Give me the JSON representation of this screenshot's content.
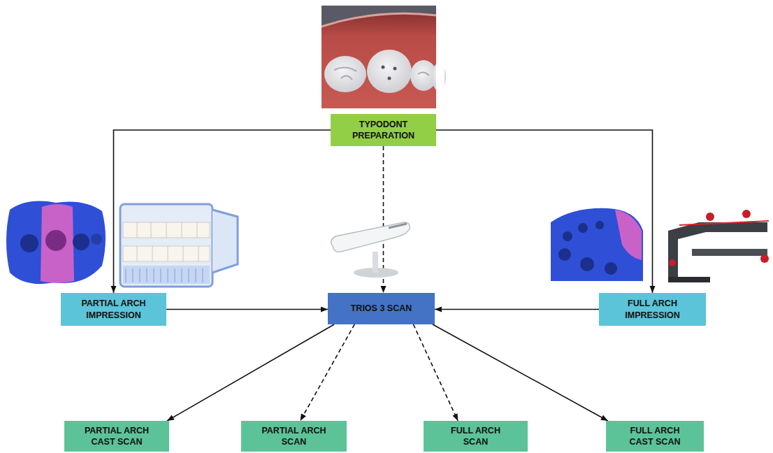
{
  "diagram": {
    "nodes": [
      {
        "text": [
          "TYPODONT PREPARATION"
        ]
      },
      {
        "text": [
          "PARTIAL ARCH IMPRESSION"
        ]
      },
      {
        "text": [
          "TRIOS 3 SCAN"
        ]
      },
      {
        "text": [
          "FULL ARCH IMPRESSION"
        ]
      },
      {
        "text": [
          "PARTIAL ARCH CAST SCAN"
        ]
      },
      {
        "text": [
          "PARTIAL ARCH SCAN"
        ]
      },
      {
        "text": [
          "FULL ARCH SCAN"
        ]
      },
      {
        "text": [
          "FULL ARCH CAST SCAN"
        ]
      }
    ],
    "edges": [
      {
        "from": 0,
        "to": 1,
        "arrow": "to"
      },
      {
        "from": 0,
        "to": 2,
        "arrow": "to"
      },
      {
        "from": 0,
        "to": 3,
        "arrow": "to"
      },
      {
        "from": 1,
        "to": 2,
        "arrow": "to"
      },
      {
        "from": 3,
        "to": 2,
        "arrow": "to"
      },
      {
        "from": 2,
        "to": 4,
        "arrow": "to"
      },
      {
        "from": 2,
        "to": 5,
        "arrow": "to"
      },
      {
        "from": 2,
        "to": 6,
        "arrow": "to"
      },
      {
        "from": 2,
        "to": 7,
        "arrow": "to"
      }
    ]
  }
}
